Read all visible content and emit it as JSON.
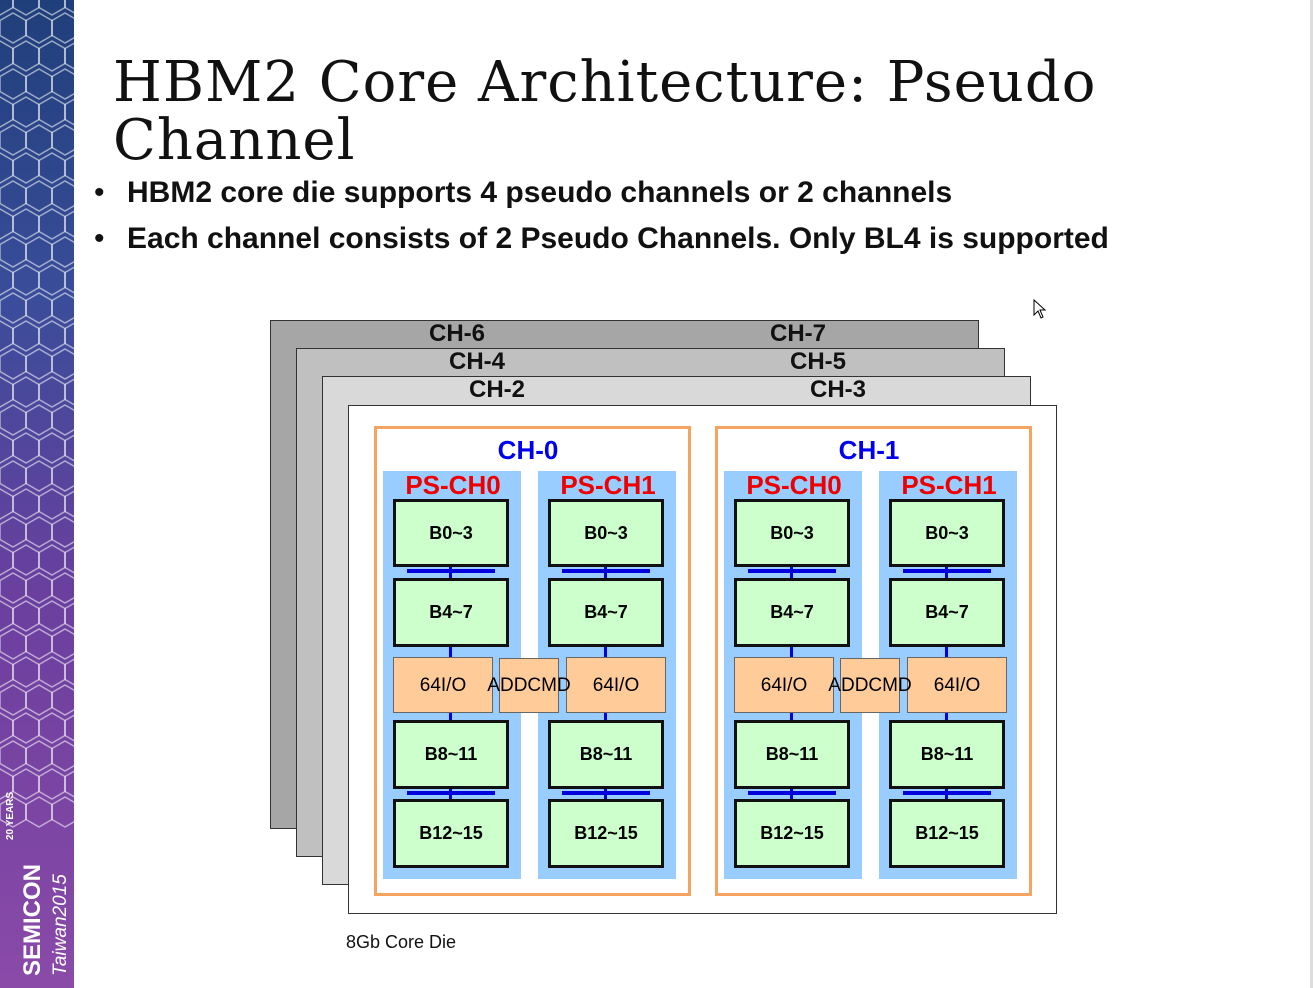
{
  "sidebar": {
    "logo_text": "20 YEARS SEMICON Taiwan2015",
    "colors": [
      "#1f3f7a",
      "#8a4aa8"
    ]
  },
  "title": "HBM2 Core Architecture: Pseudo Channel",
  "bullets": [
    "HBM2 core die supports 4 pseudo channels or 2 channels",
    "Each channel consists of 2 Pseudo Channels. Only BL4 is supported"
  ],
  "diagram": {
    "back_layers": [
      {
        "left": "CH-6",
        "right": "CH-7",
        "color": "#a6a6a6"
      },
      {
        "left": "CH-4",
        "right": "CH-5",
        "color": "#c0c0c0"
      },
      {
        "left": "CH-2",
        "right": "CH-3",
        "color": "#d9d9d9"
      }
    ],
    "channels": [
      {
        "label": "CH-0",
        "pseudo": [
          "PS-CH0",
          "PS-CH1"
        ],
        "addcmd": [
          "ADD",
          "CMD"
        ]
      },
      {
        "label": "CH-1",
        "pseudo": [
          "PS-CH0",
          "PS-CH1"
        ],
        "addcmd": [
          "ADD",
          "CMD"
        ]
      }
    ],
    "banks": [
      "B0~3",
      "B4~7",
      "B8~11",
      "B12~15"
    ],
    "io_label": "64I/O",
    "colors": {
      "channel_label": "#0000ee",
      "pseudo_label": "#ee0000",
      "bank": "#ccffcc",
      "io": "#ffcc99",
      "pseudo_bg": "#99ccff",
      "channel_border": "#f4a460",
      "bus": "#0000dd"
    },
    "caption": "8Gb Core Die"
  }
}
